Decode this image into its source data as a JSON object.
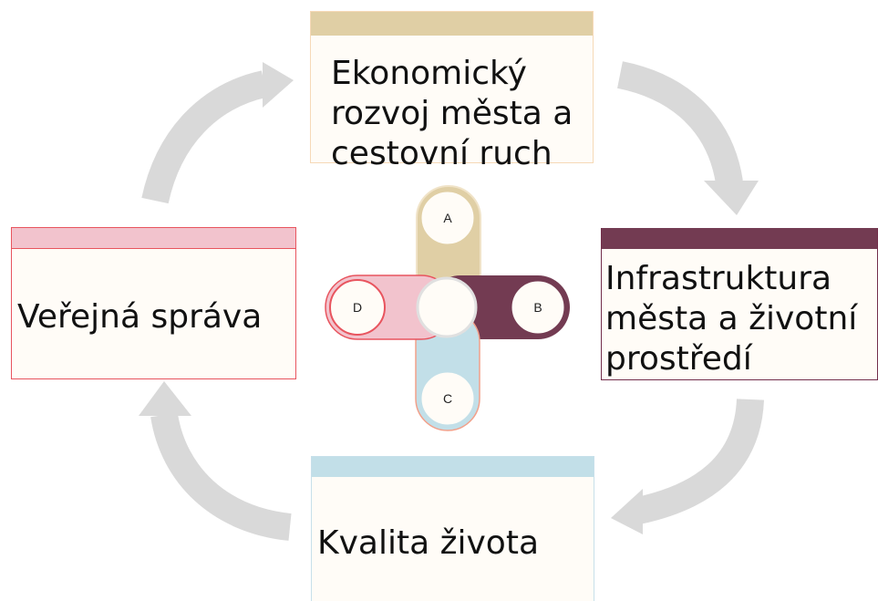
{
  "boxes": {
    "top": {
      "text": "Ekonomický\nrozvoj města a\ncestovní ruch"
    },
    "right": {
      "text": "Infrastruktura\nměsta a životní\nprostředí"
    },
    "bottom": {
      "text": "Kvalita života"
    },
    "left": {
      "text": "Veřejná správa"
    }
  },
  "hub": {
    "labels": {
      "a": "A",
      "b": "B",
      "c": "C",
      "d": "D"
    }
  },
  "colors": {
    "arrow": "#d9d9d9",
    "top_accent": "#e0cfa5",
    "right_accent": "#733b52",
    "bottom_accent": "#c2dfe8",
    "left_accent": "#f2c3cd",
    "left_border": "#e8545e"
  }
}
